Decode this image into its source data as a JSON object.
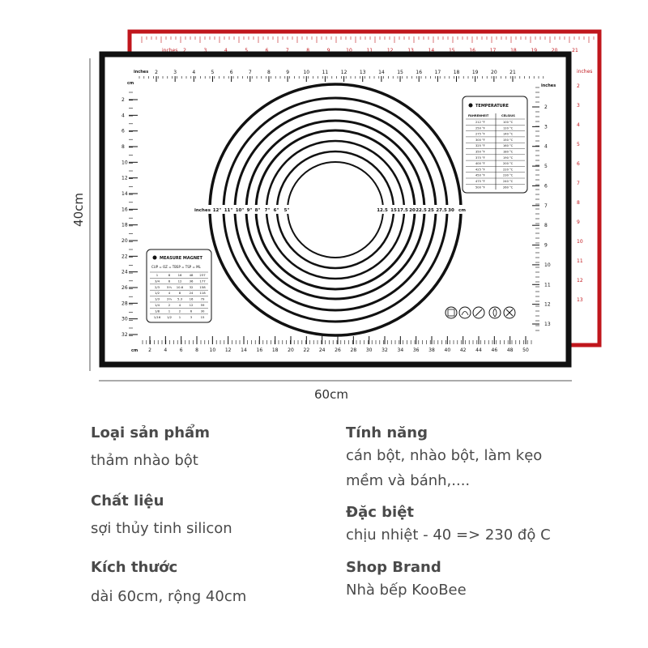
{
  "dimensions": {
    "height_label": "40cm",
    "width_label": "60cm"
  },
  "mat": {
    "back_top_label": "inches",
    "back_top_ticks": [
      "2",
      "3",
      "4",
      "5",
      "6",
      "7",
      "8",
      "9",
      "10",
      "11",
      "12",
      "13",
      "14",
      "15",
      "16",
      "17",
      "18",
      "19",
      "20",
      "21"
    ],
    "back_side_ticks": [
      "2",
      "3",
      "4",
      "5",
      "6",
      "7",
      "8",
      "9",
      "10",
      "11",
      "12",
      "13"
    ],
    "back_corner_label": "inches",
    "top_label": "inches",
    "top_ticks": [
      "2",
      "3",
      "4",
      "5",
      "6",
      "7",
      "8",
      "9",
      "10",
      "11",
      "12",
      "13",
      "14",
      "15",
      "16",
      "17",
      "18",
      "19",
      "20",
      "21"
    ],
    "right_label": "inches",
    "right_ticks": [
      "2",
      "3",
      "4",
      "5",
      "6",
      "7",
      "8",
      "9",
      "10",
      "11",
      "12",
      "13"
    ],
    "left_label": "cm",
    "left_ticks": [
      "2",
      "4",
      "6",
      "8",
      "10",
      "12",
      "14",
      "16",
      "18",
      "20",
      "22",
      "24",
      "26",
      "28",
      "30",
      "32"
    ],
    "bottom_label": "cm",
    "bottom_ticks": [
      "2",
      "4",
      "6",
      "8",
      "10",
      "12",
      "14",
      "16",
      "18",
      "20",
      "22",
      "24",
      "26",
      "28",
      "30",
      "32",
      "34",
      "36",
      "38",
      "40",
      "42",
      "44",
      "46",
      "48",
      "50"
    ],
    "circle_inches_label": "inches",
    "circle_inches": [
      "12\"",
      "11\"",
      "10\"",
      "9\"",
      "8\"",
      "7\"",
      "6\"",
      "5\""
    ],
    "circle_cm": [
      "12.5",
      "15",
      "17.5",
      "20",
      "22.5",
      "25",
      "27.5",
      "30"
    ],
    "circle_cm_label": "cm",
    "temperature": {
      "title": "TEMPERATURE",
      "headers": [
        "FAHRENHEIT",
        "CELSIUS"
      ],
      "rows": [
        [
          "212 °F",
          "100 °C"
        ],
        [
          "250 °F",
          "120 °C"
        ],
        [
          "275 °F",
          "140 °C"
        ],
        [
          "300 °F",
          "150 °C"
        ],
        [
          "325 °F",
          "160 °C"
        ],
        [
          "350 °F",
          "180 °C"
        ],
        [
          "375 °F",
          "190 °C"
        ],
        [
          "400 °F",
          "200 °C"
        ],
        [
          "425 °F",
          "220 °C"
        ],
        [
          "450 °F",
          "230 °C"
        ],
        [
          "475 °F",
          "240 °C"
        ],
        [
          "500 °F",
          "260 °C"
        ]
      ]
    },
    "measure": {
      "title": "MEASURE MAGNET",
      "header": "CUP = OZ = TBSP = TSP = ML",
      "rows": [
        [
          "1",
          "8",
          "16",
          "48",
          "237"
        ],
        [
          "3/4",
          "6",
          "12",
          "36",
          "177"
        ],
        [
          "2/3",
          "5⅓",
          "10.6",
          "32",
          "158"
        ],
        [
          "1/2",
          "4",
          "8",
          "24",
          "118"
        ],
        [
          "1/3",
          "2⅔",
          "5.3",
          "16",
          "79"
        ],
        [
          "1/4",
          "2",
          "4",
          "12",
          "59"
        ],
        [
          "1/8",
          "1",
          "2",
          "6",
          "30"
        ],
        [
          "1/16",
          "1/2",
          "1",
          "3",
          "15"
        ]
      ]
    },
    "care_icons": [
      "dishwasher-safe-icon",
      "oven-safe-icon",
      "no-knife-icon",
      "no-fire-icon",
      "no-cut-icon"
    ]
  },
  "specs": {
    "type_label": "Loại sản phẩm",
    "type_value": "thảm nhào bột",
    "material_label": "Chất liệu",
    "material_value": "sợi thủy tinh silicon",
    "size_label": "Kích thước",
    "size_value": "dài 60cm, rộng 40cm",
    "feature_label": "Tính năng",
    "feature_value_1": "cán bột, nhào bột, làm kẹo",
    "feature_value_2": "mềm và bánh,....",
    "special_label": "Đặc biệt",
    "special_value": "chịu nhiệt - 40 => 230 độ C",
    "brand_label": "Shop Brand",
    "brand_value": "Nhà bếp KooBee"
  },
  "colors": {
    "back_mat_border": "#c0161c",
    "front_mat_border": "#111111",
    "text": "#4a4a4a"
  }
}
